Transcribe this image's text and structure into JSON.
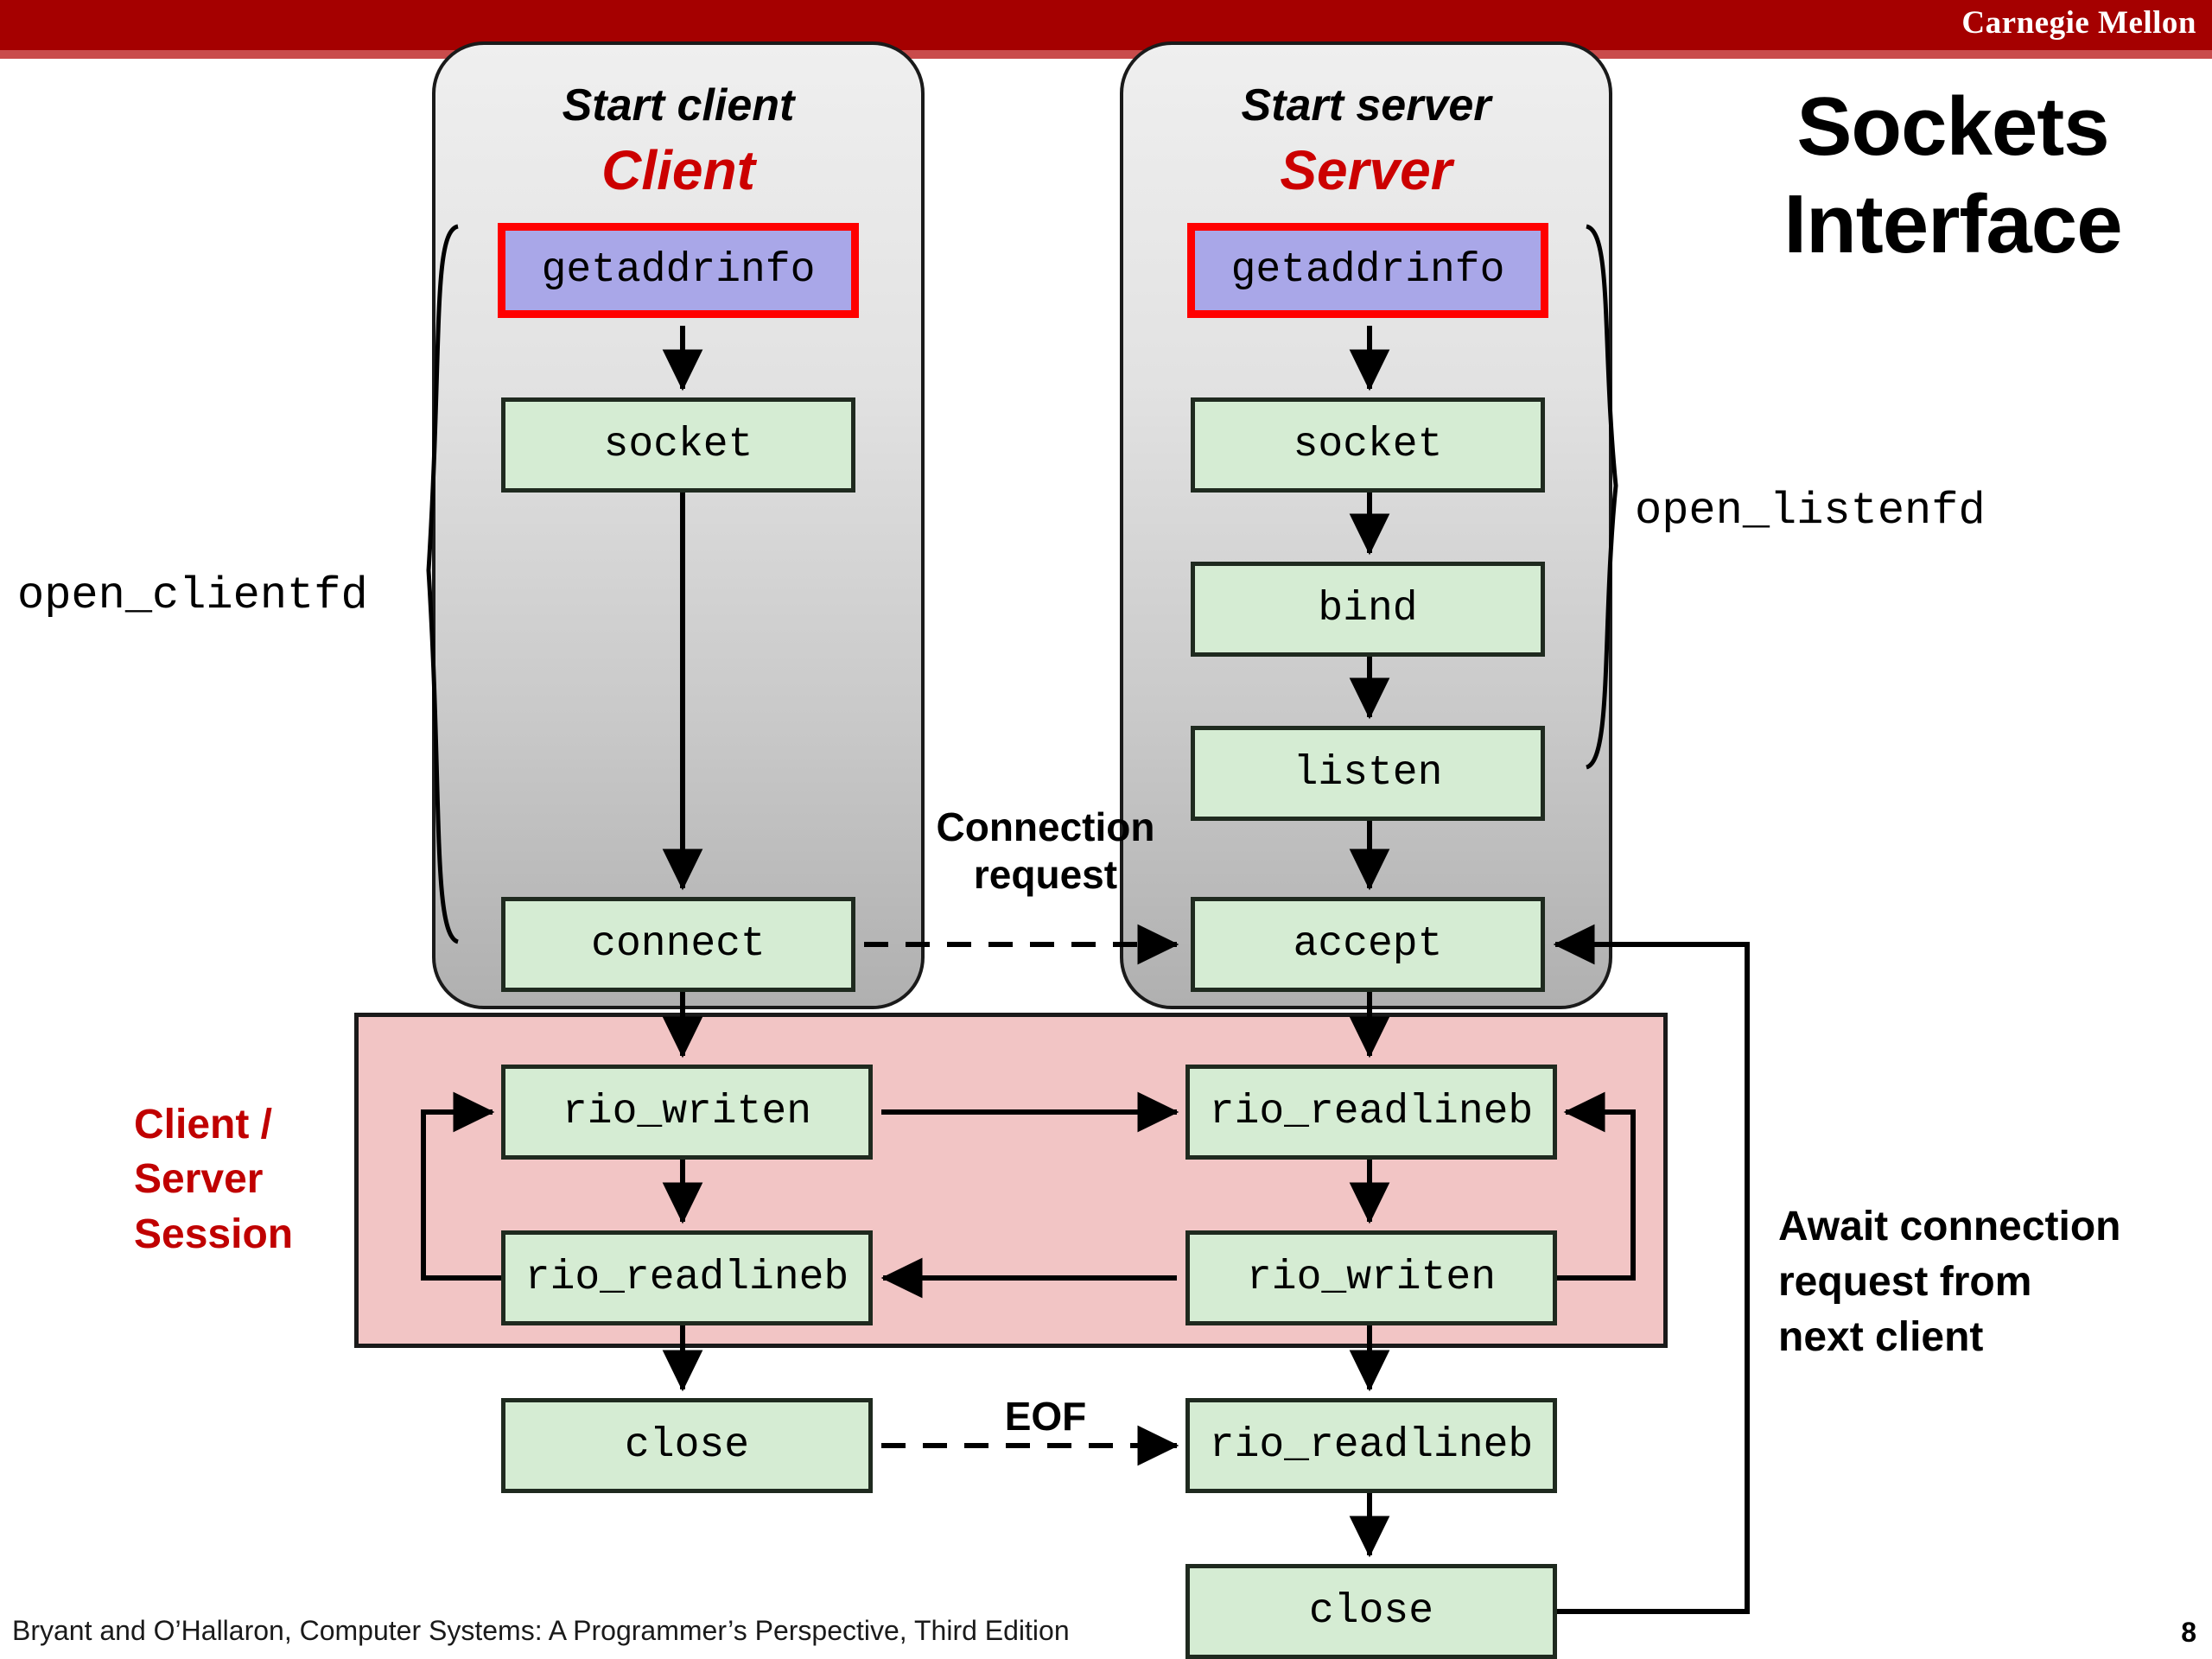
{
  "header": {
    "wordmark": "Carnegie Mellon",
    "bar_color": "#a50000"
  },
  "title": {
    "line1": "Sockets",
    "line2": "Interface"
  },
  "lanes": [
    {
      "id": "client",
      "start_label": "Start client",
      "role_label": "Client"
    },
    {
      "id": "server",
      "start_label": "Start server",
      "role_label": "Server"
    }
  ],
  "client_boxes": {
    "getaddrinfo": "getaddrinfo",
    "socket": "socket",
    "connect": "connect",
    "rio_writen": "rio_writen",
    "rio_readlineb": "rio_readlineb",
    "close": "close"
  },
  "server_boxes": {
    "getaddrinfo": "getaddrinfo",
    "socket": "socket",
    "bind": "bind",
    "listen": "listen",
    "accept": "accept",
    "rio_readlineb_top": "rio_readlineb",
    "rio_writen": "rio_writen",
    "rio_readlineb_eof": "rio_readlineb",
    "close": "close"
  },
  "annotations": {
    "open_clientfd": "open_clientfd",
    "open_listenfd": "open_listenfd",
    "connection_request_line1": "Connection",
    "connection_request_line2": "request",
    "eof": "EOF",
    "await_line1": "Await connection",
    "await_line2": "request from",
    "await_line3": "next client"
  },
  "session": {
    "label_line1": "Client /",
    "label_line2": "Server",
    "label_line3": "Session",
    "fill_color": "#f2c5c5",
    "text_color": "#c00000"
  },
  "colors": {
    "highlight_fill": "#a9a7e8",
    "highlight_border": "#ff0000",
    "box_fill": "#d5ecd3",
    "role_text": "#cc0000"
  },
  "footer": {
    "credit": "Bryant and O’Hallaron, Computer Systems: A Programmer’s Perspective, Third Edition",
    "page": "8"
  }
}
